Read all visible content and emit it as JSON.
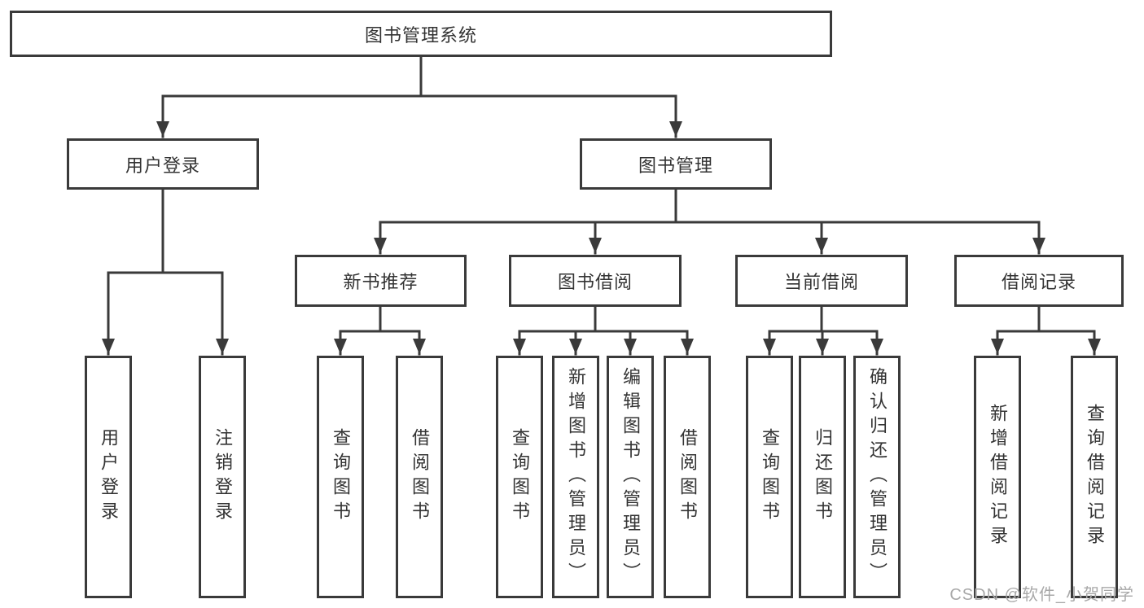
{
  "diagram": {
    "root": {
      "label": "图书管理系统"
    },
    "level2": {
      "user_login": {
        "label": "用户登录"
      },
      "book_mgmt": {
        "label": "图书管理"
      }
    },
    "level3": {
      "new_book_rec": {
        "label": "新书推荐"
      },
      "book_borrow": {
        "label": "图书借阅"
      },
      "current_borrow": {
        "label": "当前借阅"
      },
      "borrow_records": {
        "label": "借阅记录"
      }
    },
    "leaves": {
      "user_login": [
        "用户登录",
        "注销登录"
      ],
      "new_book_rec": [
        "查询图书",
        "借阅图书"
      ],
      "book_borrow": [
        "查询图书",
        "新增图书（管理员）",
        "编辑图书（管理员）",
        "借阅图书"
      ],
      "current_borrow": [
        "查询图书",
        "归还图书",
        "确认归还（管理员）"
      ],
      "borrow_records": [
        "新增借阅记录",
        "查询借阅记录"
      ]
    },
    "colors": {
      "line": "#3a3a3a",
      "text": "#333333",
      "box_background": "#ffffff",
      "watermark": "#a8a8a8",
      "background": "#ffffff"
    },
    "watermark": "CSDN @软件_小贺同学"
  }
}
